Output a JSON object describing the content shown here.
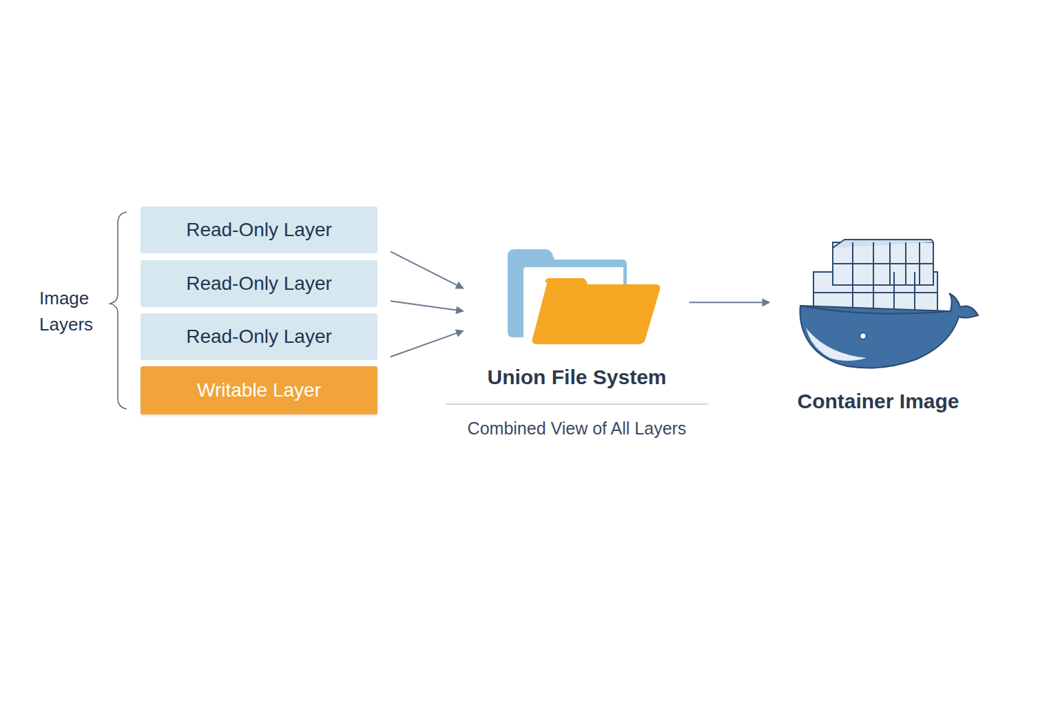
{
  "diagram": {
    "nodes": [
      {
        "text": [
          "Read-Only Layer"
        ]
      },
      {
        "text": [
          "Read-Only Layer"
        ]
      },
      {
        "text": [
          "Read-Only Layer"
        ]
      },
      {
        "text": [
          "Writable Layer"
        ]
      },
      {
        "text": [
          "Union File System",
          "Combined View of All Layers"
        ]
      },
      {
        "text": [
          "Container Image"
        ]
      }
    ],
    "edges": [
      {
        "from": 0,
        "to": 4,
        "arrow": "to"
      },
      {
        "from": 1,
        "to": 4,
        "arrow": "to"
      },
      {
        "from": 2,
        "to": 4,
        "arrow": "to"
      },
      {
        "from": 4,
        "to": 5,
        "arrow": "to"
      }
    ],
    "labels": [
      "Image Layers"
    ]
  }
}
